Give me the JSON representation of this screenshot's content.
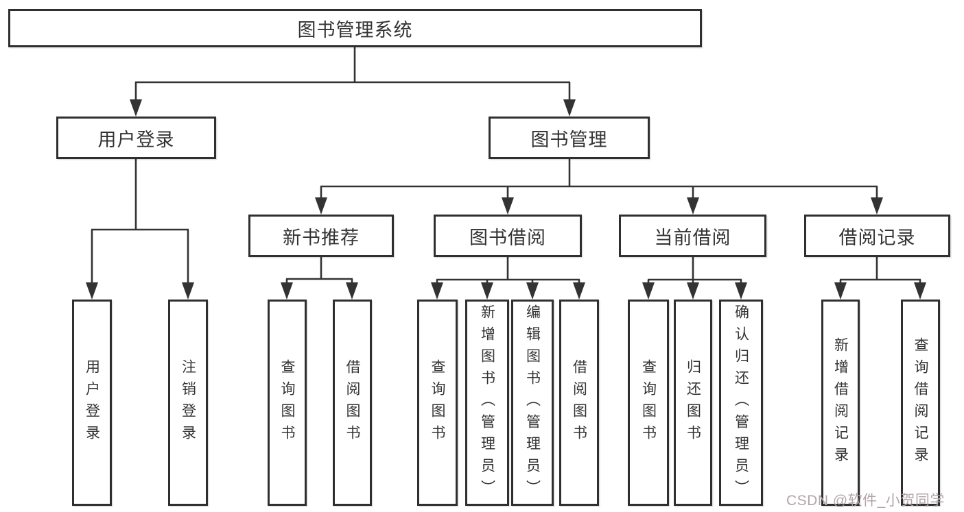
{
  "theme": {
    "background": "#ffffff",
    "box_fill": "#ffffff",
    "box_border": "#2f2f2f",
    "line": "#333333",
    "text": "#333333",
    "watermark": "#b3a5a7"
  },
  "tree": {
    "label": "图书管理系统",
    "children": [
      {
        "label": "用户登录",
        "children": [
          {
            "label": "用户登录"
          },
          {
            "label": "注销登录"
          }
        ]
      },
      {
        "label": "图书管理",
        "children": [
          {
            "label": "新书推荐",
            "children": [
              {
                "label": "查询图书"
              },
              {
                "label": "借阅图书"
              }
            ]
          },
          {
            "label": "图书借阅",
            "children": [
              {
                "label": "查询图书"
              },
              {
                "label": "新增图书（管理员）"
              },
              {
                "label": "编辑图书（管理员）"
              },
              {
                "label": "借阅图书"
              }
            ]
          },
          {
            "label": "当前借阅",
            "children": [
              {
                "label": "查询图书"
              },
              {
                "label": "归还图书"
              },
              {
                "label": "确认归还（管理员）"
              }
            ]
          },
          {
            "label": "借阅记录",
            "children": [
              {
                "label": "新增借阅记录"
              },
              {
                "label": "查询借阅记录"
              }
            ]
          }
        ]
      }
    ]
  },
  "watermark": "CSDN @软件_小贺同学"
}
